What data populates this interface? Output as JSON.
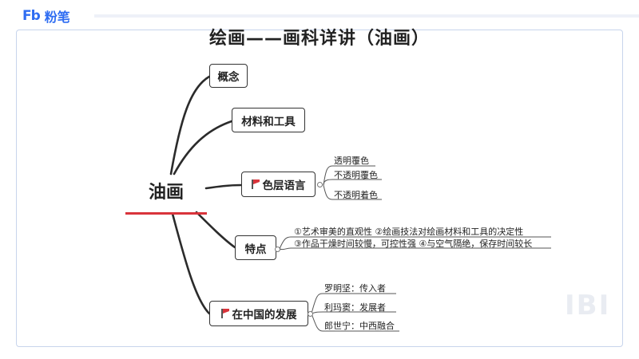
{
  "brand": {
    "mark": "Fb",
    "name": "粉笔"
  },
  "title": "绘画——画科详讲（油画）",
  "root": {
    "label": "油画"
  },
  "branches": [
    {
      "label": "概念"
    },
    {
      "label": "材料和工具"
    },
    {
      "label": "色层语言",
      "flag": true,
      "leaves": [
        "透明覆色",
        "不透明覆色",
        "不透明着色"
      ]
    },
    {
      "label": "特点",
      "leaves": [
        "①艺术审美的直观性 ②绘画技法对绘画材料和工具的决定性",
        "③作品干燥时间较慢，可控性强 ④与空气隔绝，保存时间较长"
      ]
    },
    {
      "label": "在中国的发展",
      "flag": true,
      "leaves": [
        "罗明坚：传入者",
        "利玛窦：发展者",
        "郎世宁：中西融合"
      ]
    }
  ],
  "watermark": "IBI",
  "colors": {
    "accent": "#d9343b",
    "brand": "#2f6df2",
    "frame": "#c7d4ec"
  }
}
